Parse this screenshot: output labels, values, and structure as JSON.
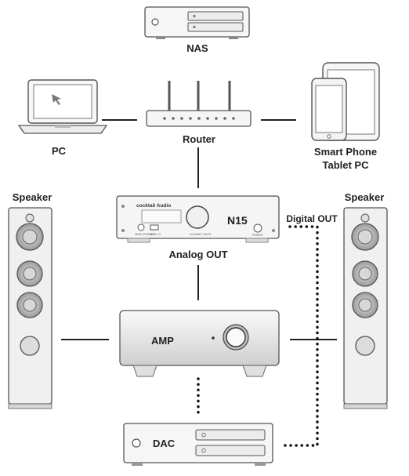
{
  "labels": {
    "nas": "NAS",
    "pc": "PC",
    "router": "Router",
    "smartphone_line1": "Smart Phone",
    "smartphone_line2": "Tablet PC",
    "speaker_left": "Speaker",
    "speaker_right": "Speaker",
    "n15": "N15",
    "brand": "cocktail Audio",
    "digital_out": "Digital OUT",
    "analog_out": "Analog OUT",
    "amp": "AMP",
    "dac": "DAC"
  },
  "device_small_text": {
    "headphone": "HEAD PHONE",
    "usb": "USB 2.0",
    "volume": "VOLUME / MUTE",
    "power": "POWER"
  },
  "colors": {
    "outline": "#555555",
    "fill_light": "#f4f4f4",
    "fill_mid": "#e2e2e2",
    "line": "#222222"
  }
}
